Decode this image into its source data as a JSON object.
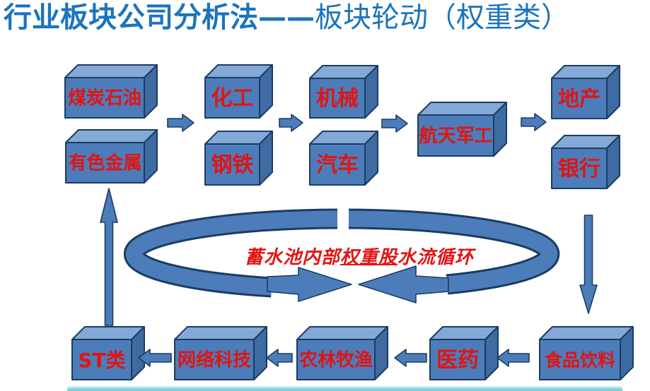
{
  "title": {
    "bold": "行业板块公司分析法——",
    "regular": "板块轮动（权重类）"
  },
  "boxes": {
    "coal_oil": "煤炭石油",
    "nonferrous_metal": "有色金属",
    "chemical": "化工",
    "steel": "钢铁",
    "machinery": "机械",
    "automobile": "汽车",
    "aerospace_military": "航天军工",
    "real_estate": "地产",
    "bank": "银行",
    "st_class": "ST类",
    "internet_tech": "网络科技",
    "agriculture": "农林牧渔",
    "medicine": "医药",
    "food_beverage": "食品饮料"
  },
  "loop": {
    "label_pre": "蓄水池内部",
    "label_underlined": "权重股",
    "label_post": "水流循环"
  },
  "colors": {
    "title_blue": "#1B74BD",
    "label_red": "#E11414",
    "box_front": "#4C7DBA",
    "box_top": "#85A9D6",
    "box_side": "#3E6BA1",
    "outline": "#1A3C63",
    "arrow_blue": "#4C7DBA",
    "bottom_bar": "#7FCEDE"
  }
}
